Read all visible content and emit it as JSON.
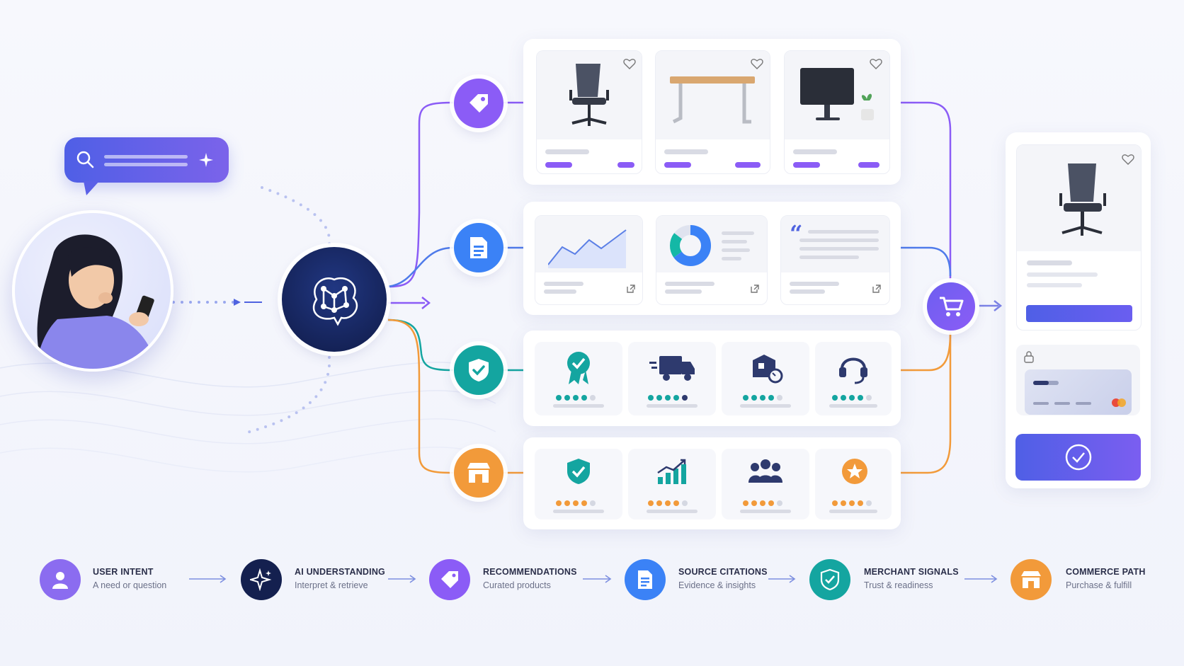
{
  "colors": {
    "purple": "#8b5cf6",
    "blue": "#3b82f6",
    "teal": "#14b8a6",
    "orange": "#f59e0b",
    "navy": "#1e2a5a",
    "indigo": "#4f46e5"
  },
  "icons": {
    "search": "search-icon",
    "sparkle": "sparkle-icon",
    "brain": "brain-network-icon",
    "tag": "tag-icon",
    "document": "document-icon",
    "shield": "shield-check-icon",
    "store": "store-icon",
    "cart": "cart-icon",
    "heart": "heart-icon",
    "lock": "lock-icon",
    "check": "check-circle-icon"
  },
  "steps": [
    {
      "title": "USER INTENT",
      "subtitle": "A need or question"
    },
    {
      "title": "AI UNDERSTANDING",
      "subtitle": "Interpret & retrieve"
    },
    {
      "title": "RECOMMENDATIONS",
      "subtitle": "Curated products"
    },
    {
      "title": "SOURCE CITATIONS",
      "subtitle": "Evidence & insights"
    },
    {
      "title": "MERCHANT SIGNALS",
      "subtitle": "Trust & readiness"
    },
    {
      "title": "COMMERCE PATH",
      "subtitle": "Purchase & fulfill"
    }
  ],
  "quote_mark": "“"
}
